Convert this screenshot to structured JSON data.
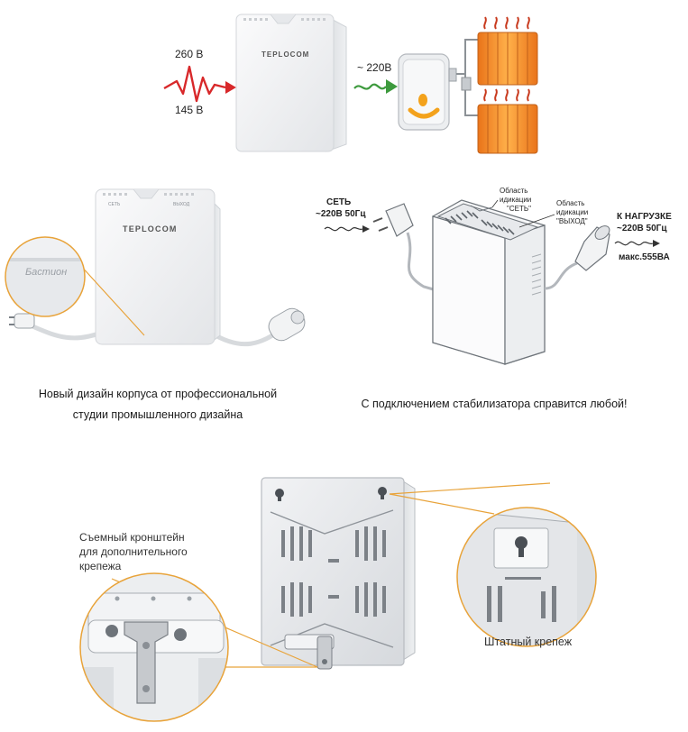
{
  "section1": {
    "voltage_high": "260 В",
    "voltage_low": "145 В",
    "output_voltage": "~ 220В",
    "brand": "TEPLOCOM"
  },
  "section2": {
    "brand": "TEPLOCOM",
    "panel_label_left": "СЕТЬ",
    "panel_label_right": "ВЫХОД",
    "magnified_text": "Бастион",
    "caption_line1": "Новый дизайн корпуса от профессиональной",
    "caption_line2": "студии промышленного дизайна"
  },
  "section3": {
    "input_label_line1": "СЕТЬ",
    "input_label_line2": "~220В 50Гц",
    "area_net_line1": "Область",
    "area_net_line2": "идикации",
    "area_net_line3": "\"СЕТЬ\"",
    "area_out_line1": "Область",
    "area_out_line2": "идикации",
    "area_out_line3": "\"ВЫХОД\"",
    "load_line1": "К НАГРУЗКЕ",
    "load_line2": "~220В 50Гц",
    "load_line3": "макс.555ВА",
    "caption": "С подключением стабилизатора справится любой!"
  },
  "section4": {
    "bracket_line1": "Съемный кронштейн",
    "bracket_line2": "для дополнительного",
    "bracket_line3": "крепежа",
    "mount_label": "Штатный крепеж"
  },
  "colors": {
    "accent_line": "#e8a33a",
    "surge_red": "#d8282a",
    "arrow_green": "#3d9a3d",
    "radiator_orange": "#f08a1e",
    "knob_orange": "#f3a21c",
    "flame_red": "#c83a1e",
    "device_white": "#f4f5f6"
  }
}
